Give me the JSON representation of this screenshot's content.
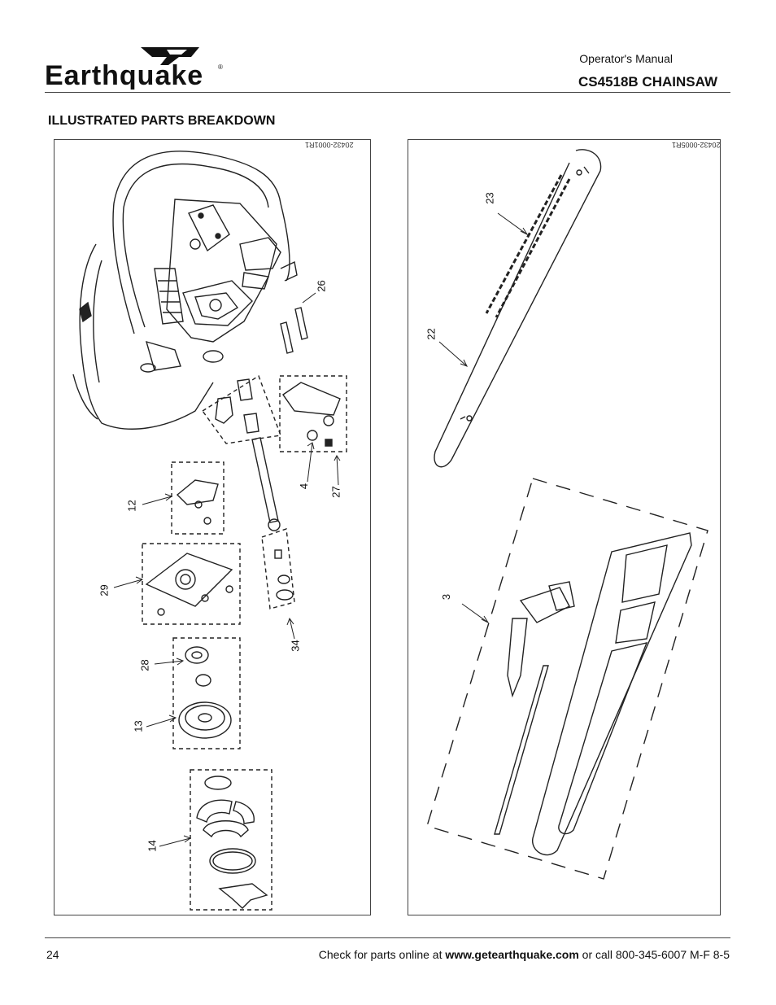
{
  "header": {
    "brand": "Earthquake",
    "manual_label": "Operator's Manual",
    "model": "CS4518B CHAINSAW"
  },
  "section_title": "ILLUSTRATED PARTS BREAKDOWN",
  "panels": {
    "left": {
      "drawing_code": "20432-0001R1",
      "callouts": [
        "26",
        "4",
        "27",
        "12",
        "29",
        "34",
        "28",
        "13",
        "14"
      ]
    },
    "right": {
      "drawing_code": "20432-0005R1",
      "callouts": [
        "23",
        "22",
        "3"
      ]
    }
  },
  "footer": {
    "page_number": "24",
    "text_before": "Check for parts online at ",
    "website": "www.getearthquake.com",
    "text_after": " or call 800-345-6007 M-F 8-5"
  }
}
